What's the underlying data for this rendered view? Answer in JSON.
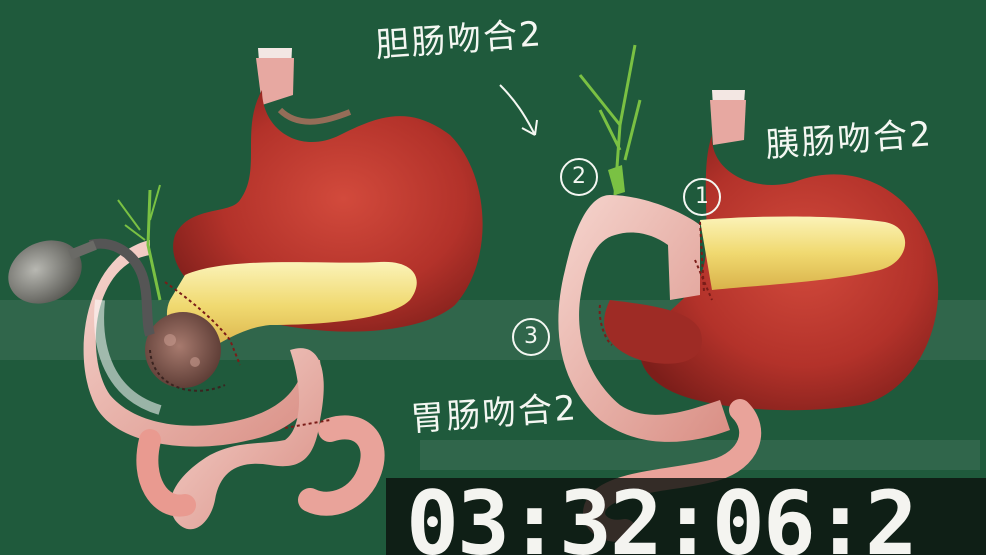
{
  "annotations": {
    "bile_duct": "胆肠吻合2",
    "pancreas": "胰肠吻合2",
    "stomach": "胃肠吻合2",
    "marker_1": "1",
    "marker_2": "2",
    "marker_3": "3"
  },
  "timer": "03:32:06:2",
  "colors": {
    "background": "#1f5a3c",
    "stomach": "#b8352c",
    "pancreas": "#f1df7a",
    "intestine": "#e9a9a0",
    "handwriting": "#f4f7f2"
  }
}
